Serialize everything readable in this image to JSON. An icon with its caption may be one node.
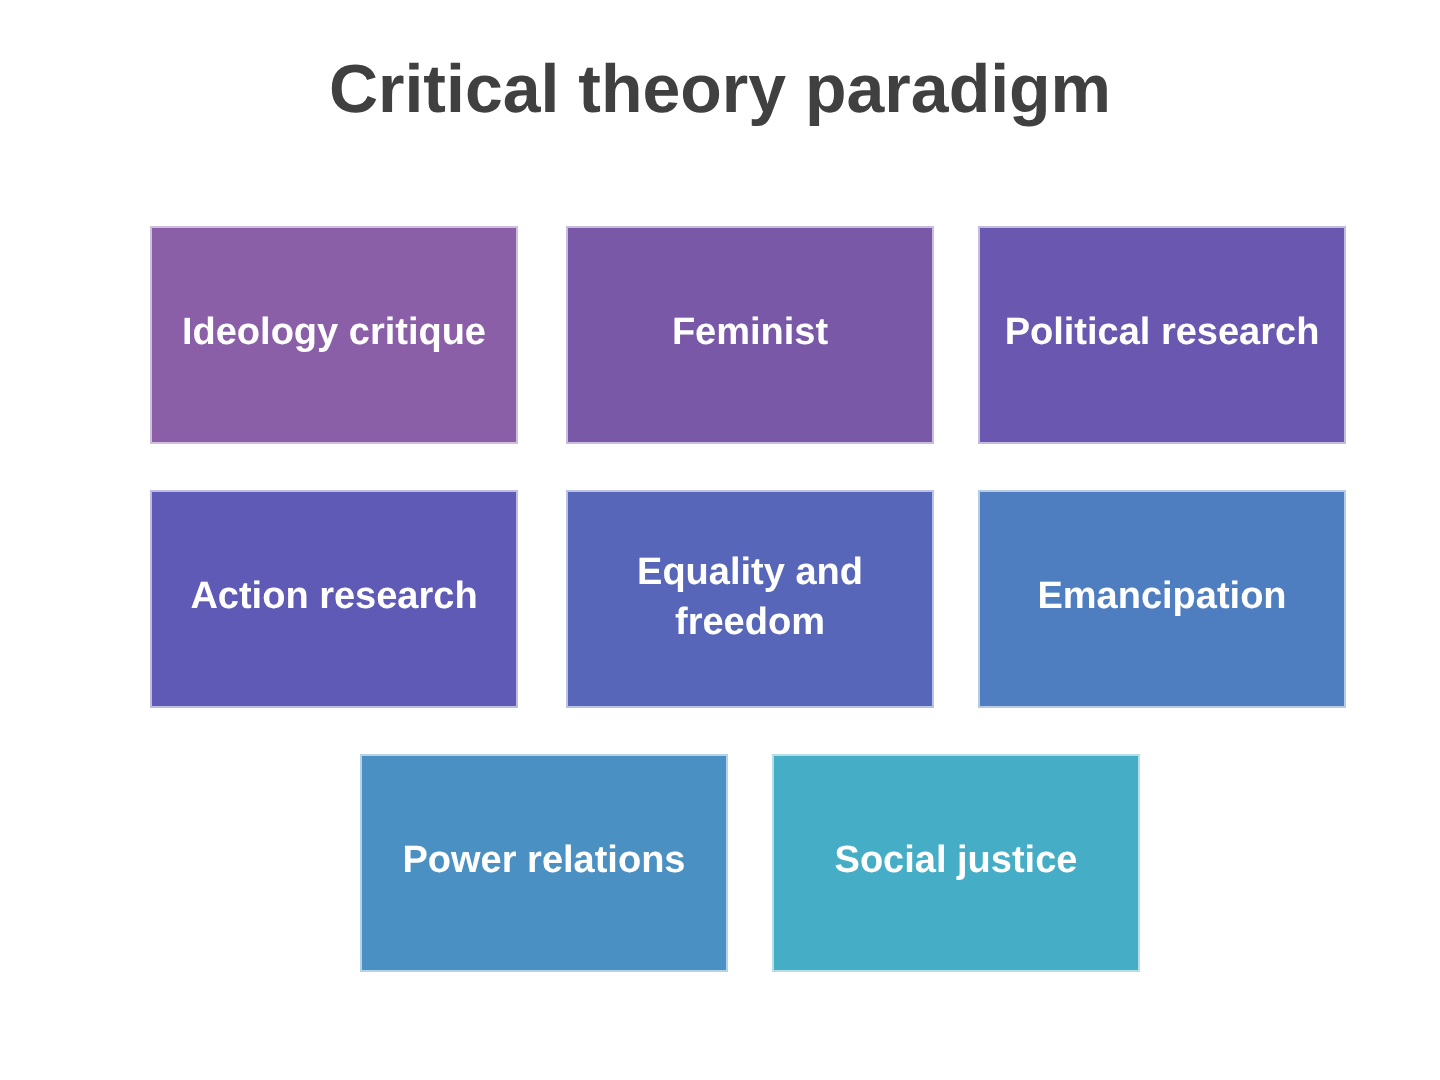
{
  "diagram": {
    "title": "Critical theory paradigm",
    "nodes": [
      {
        "text": [
          "Ideology critique"
        ]
      },
      {
        "text": [
          "Feminist"
        ]
      },
      {
        "text": [
          "Political research"
        ]
      },
      {
        "text": [
          "Action research"
        ]
      },
      {
        "text": [
          "Equality and freedom"
        ]
      },
      {
        "text": [
          "Emancipation"
        ]
      },
      {
        "text": [
          "Power relations"
        ]
      },
      {
        "text": [
          "Social justice"
        ]
      }
    ]
  }
}
